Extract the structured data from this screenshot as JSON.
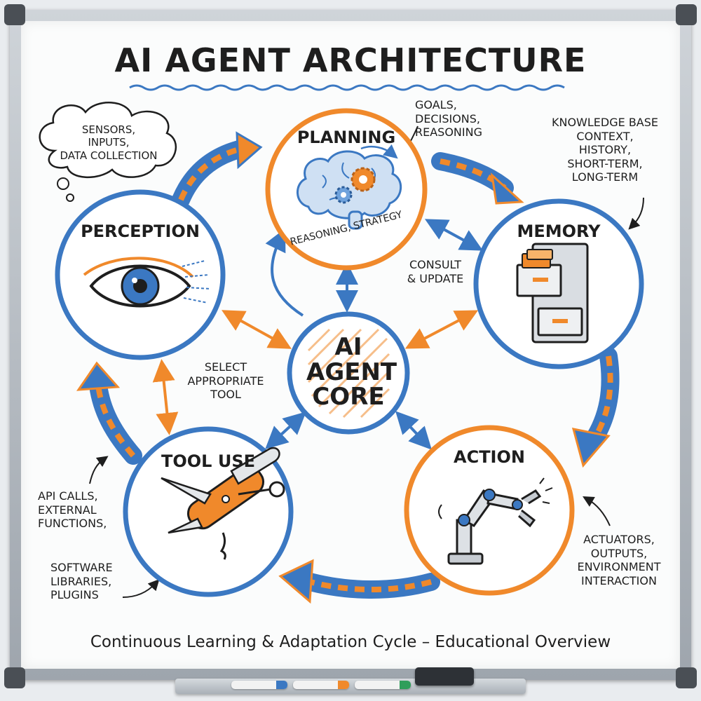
{
  "title": "AI AGENT ARCHITECTURE",
  "core": {
    "line1": "AI",
    "line2": "AGENT",
    "line3": "CORE"
  },
  "nodes": {
    "planning": {
      "label": "PLANNING",
      "sub_label": "REASONING, STRATEGY"
    },
    "perception": {
      "label": "PERCEPTION"
    },
    "memory": {
      "label": "MEMORY"
    },
    "tool_use": {
      "label": "TOOL USE"
    },
    "action": {
      "label": "ACTION"
    }
  },
  "notes": {
    "sensors": [
      "SENSORS,",
      "INPUTS,",
      "DATA COLLECTION"
    ],
    "goals": [
      "GOALS,",
      "DECISIONS,",
      "REASONING"
    ],
    "knowledge": [
      "KNOWLEDGE BASE",
      "CONTEXT,",
      "HISTORY,",
      "SHORT-TERM,",
      "LONG-TERM"
    ],
    "consult": [
      "CONSULT",
      "& UPDATE"
    ],
    "select_tool": [
      "SELECT",
      "APPROPRIATE",
      "TOOL"
    ],
    "api": [
      "API CALLS,",
      "EXTERNAL",
      "FUNCTIONS,"
    ],
    "software": [
      "SOFTWARE",
      "LIBRARIES,",
      "PLUGINS"
    ],
    "actuators": [
      "ACTUATORS,",
      "OUTPUTS,",
      "ENVIRONMENT",
      "INTERACTION"
    ]
  },
  "footer": "Continuous Learning & Adaptation Cycle – Educational Overview",
  "icons": {
    "planning": "brain-gears-icon",
    "perception": "eye-icon",
    "memory": "filing-cabinet-icon",
    "tool_use": "swiss-army-knife-icon",
    "action": "robot-arm-icon"
  },
  "colors": {
    "blue": "#3b78c2",
    "orange": "#f0892b",
    "ink": "#1e1e1e"
  }
}
